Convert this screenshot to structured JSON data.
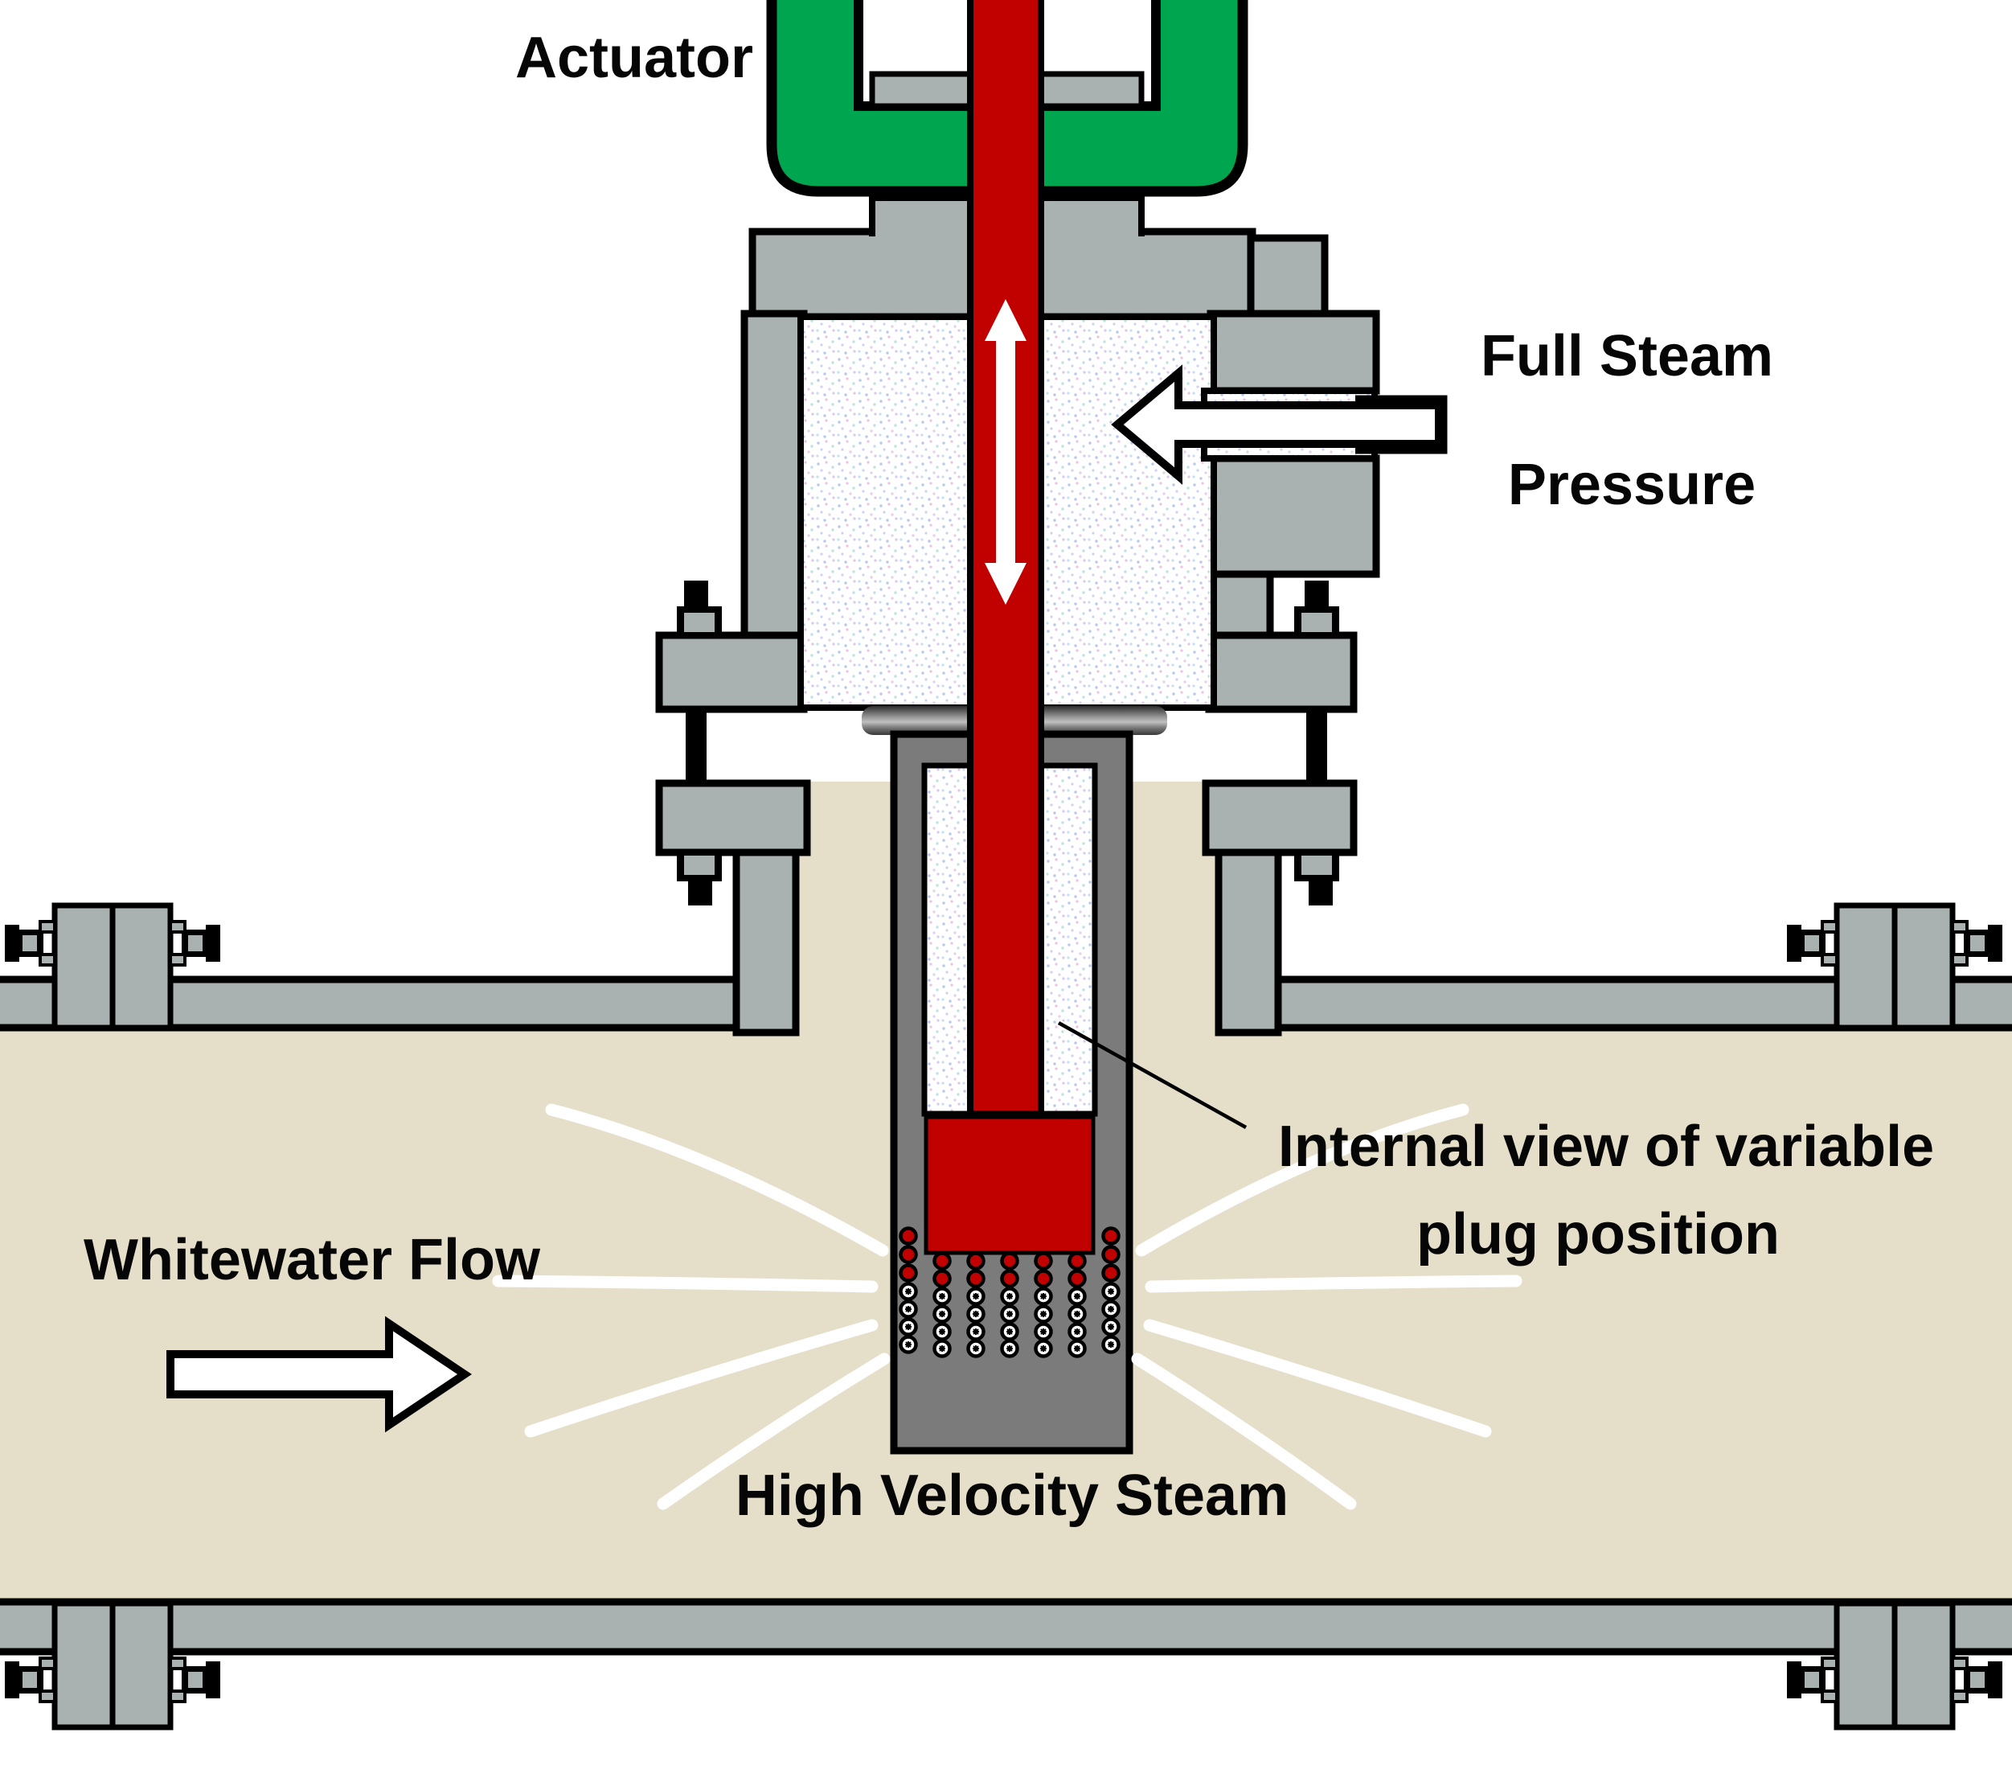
{
  "labels": {
    "actuator": "Actuator",
    "full_steam_line1": "Full Steam",
    "full_steam_line2": "Pressure",
    "whitewater_flow": "Whitewater Flow",
    "internal_view_line1": "Internal view of variable",
    "internal_view_line2": "plug position",
    "high_velocity_steam": "High Velocity Steam"
  },
  "colors": {
    "actuator_green": "#00a550",
    "stem_red": "#c10000",
    "plug_red": "#c10000",
    "metal_gray": "#a9b1b1",
    "tube_gray": "#7b7b7b",
    "pipe_interior_tan": "#e5dfc9",
    "outline_black": "#000000",
    "steam_white": "#ffffff"
  }
}
